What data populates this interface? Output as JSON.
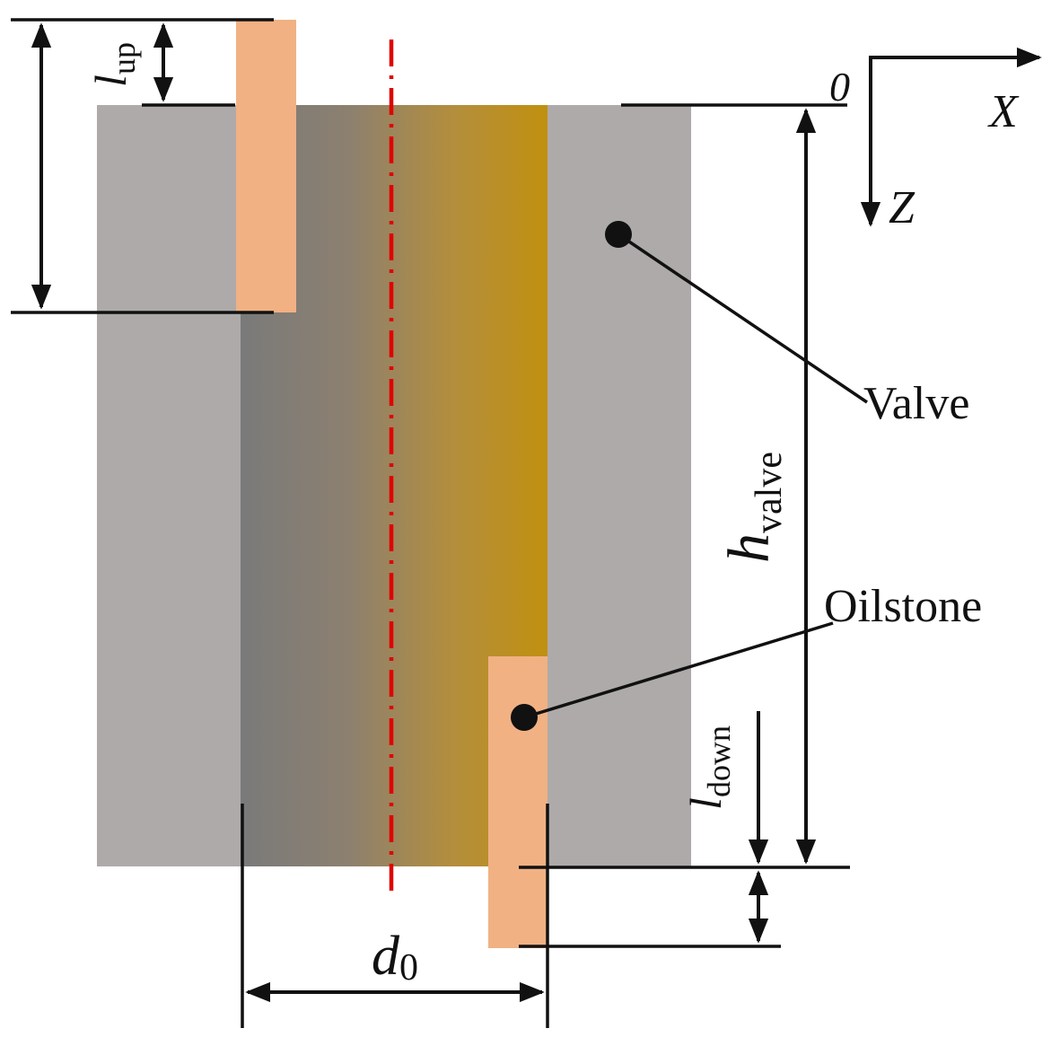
{
  "labels": {
    "origin": "0",
    "x_axis": "X",
    "z_axis": "Z",
    "valve": "Valve",
    "oilstone": "Oilstone",
    "l_up_main": "l",
    "l_up_sub": "up",
    "l_down_main": "l",
    "l_down_sub": "down",
    "h_valve_main": "h",
    "h_valve_sub": "valve",
    "d0_main": "d",
    "d0_sub": "0"
  },
  "colors": {
    "valve_body": "#aeaaaa",
    "bore_gradient_start": "#7a7a7a",
    "bore_gradient_end": "#c0900f",
    "oilstone": "#f1b183",
    "centerline": "#e00000",
    "ink": "#111111"
  }
}
